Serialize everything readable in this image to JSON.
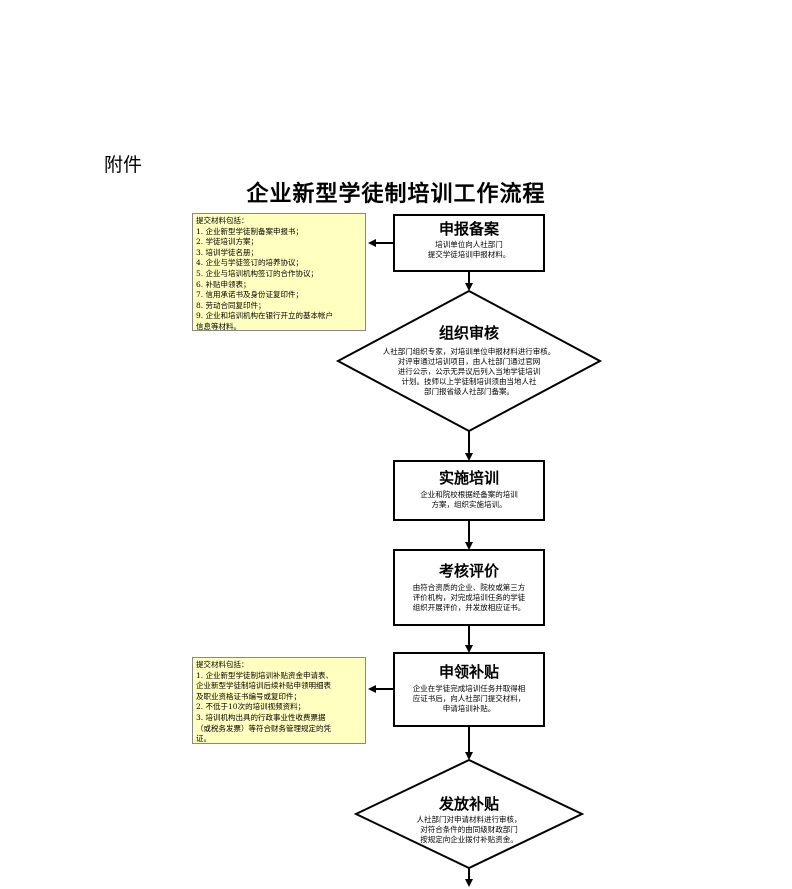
{
  "attachment_label": "附件",
  "title": "企业新型学徒制培训工作流程",
  "steps": [
    {
      "heading": "申报备案",
      "lines": [
        "培训单位向人社部门",
        "提交学徒培训申报材料。"
      ]
    },
    {
      "heading": "组织审核",
      "lines": [
        "人社部门组织专家，对培训单位申报材料进行审核。",
        "对评审通过培训项目，由人社部门通过官网",
        "进行公示，公示无异议后列入当地学徒培训",
        "计划。技师以上学徒制培训须由当地人社",
        "部门报省级人社部门备案。"
      ]
    },
    {
      "heading": "实施培训",
      "lines": [
        "企业和院校根据经备案的培训",
        "方案，组织实施培训。"
      ]
    },
    {
      "heading": "考核评价",
      "lines": [
        "由符合资质的企业、院校或第三方",
        "评价机构，对完成培训任务的学徒",
        "组织开展评价，并发放相应证书。"
      ]
    },
    {
      "heading": "申领补贴",
      "lines": [
        "企业在学徒完成培训任务并取得相",
        "应证书后，向人社部门提交材料，",
        "申请培训补贴。"
      ]
    },
    {
      "heading": "发放补贴",
      "lines": [
        "人社部门对申请材料进行审核，",
        "对符合条件的由同级财政部门",
        "按规定向企业拨付补贴资金。"
      ]
    }
  ],
  "note1": {
    "lines": [
      "提交材料包括：",
      "1. 企业新型学徒制备案申报书；",
      "2. 学徒培训方案；",
      "3. 培训学徒名册；",
      "4. 企业与学徒签订的培养协议；",
      "5. 企业与培训机构签订的合作协议；",
      "6. 补贴申领表；",
      "7. 信用承诺书及身份证复印件；",
      "8. 劳动合同复印件；",
      "9. 企业和培训机构在银行开立的基本帐户",
      "信息等材料。"
    ]
  },
  "note2": {
    "lines": [
      "提交材料包括：",
      "1. 企业新型学徒制培训补贴资金申请表、",
      "企业新型学徒制培训后续补贴申领明细表",
      "及职业资格证书编号或复印件；",
      "2. 不低于10次的培训视频资料；",
      "3. 培训机构出具的行政事业性收费票据",
      "（或税务发票）等符合财务管理规定的凭",
      "证。"
    ]
  }
}
